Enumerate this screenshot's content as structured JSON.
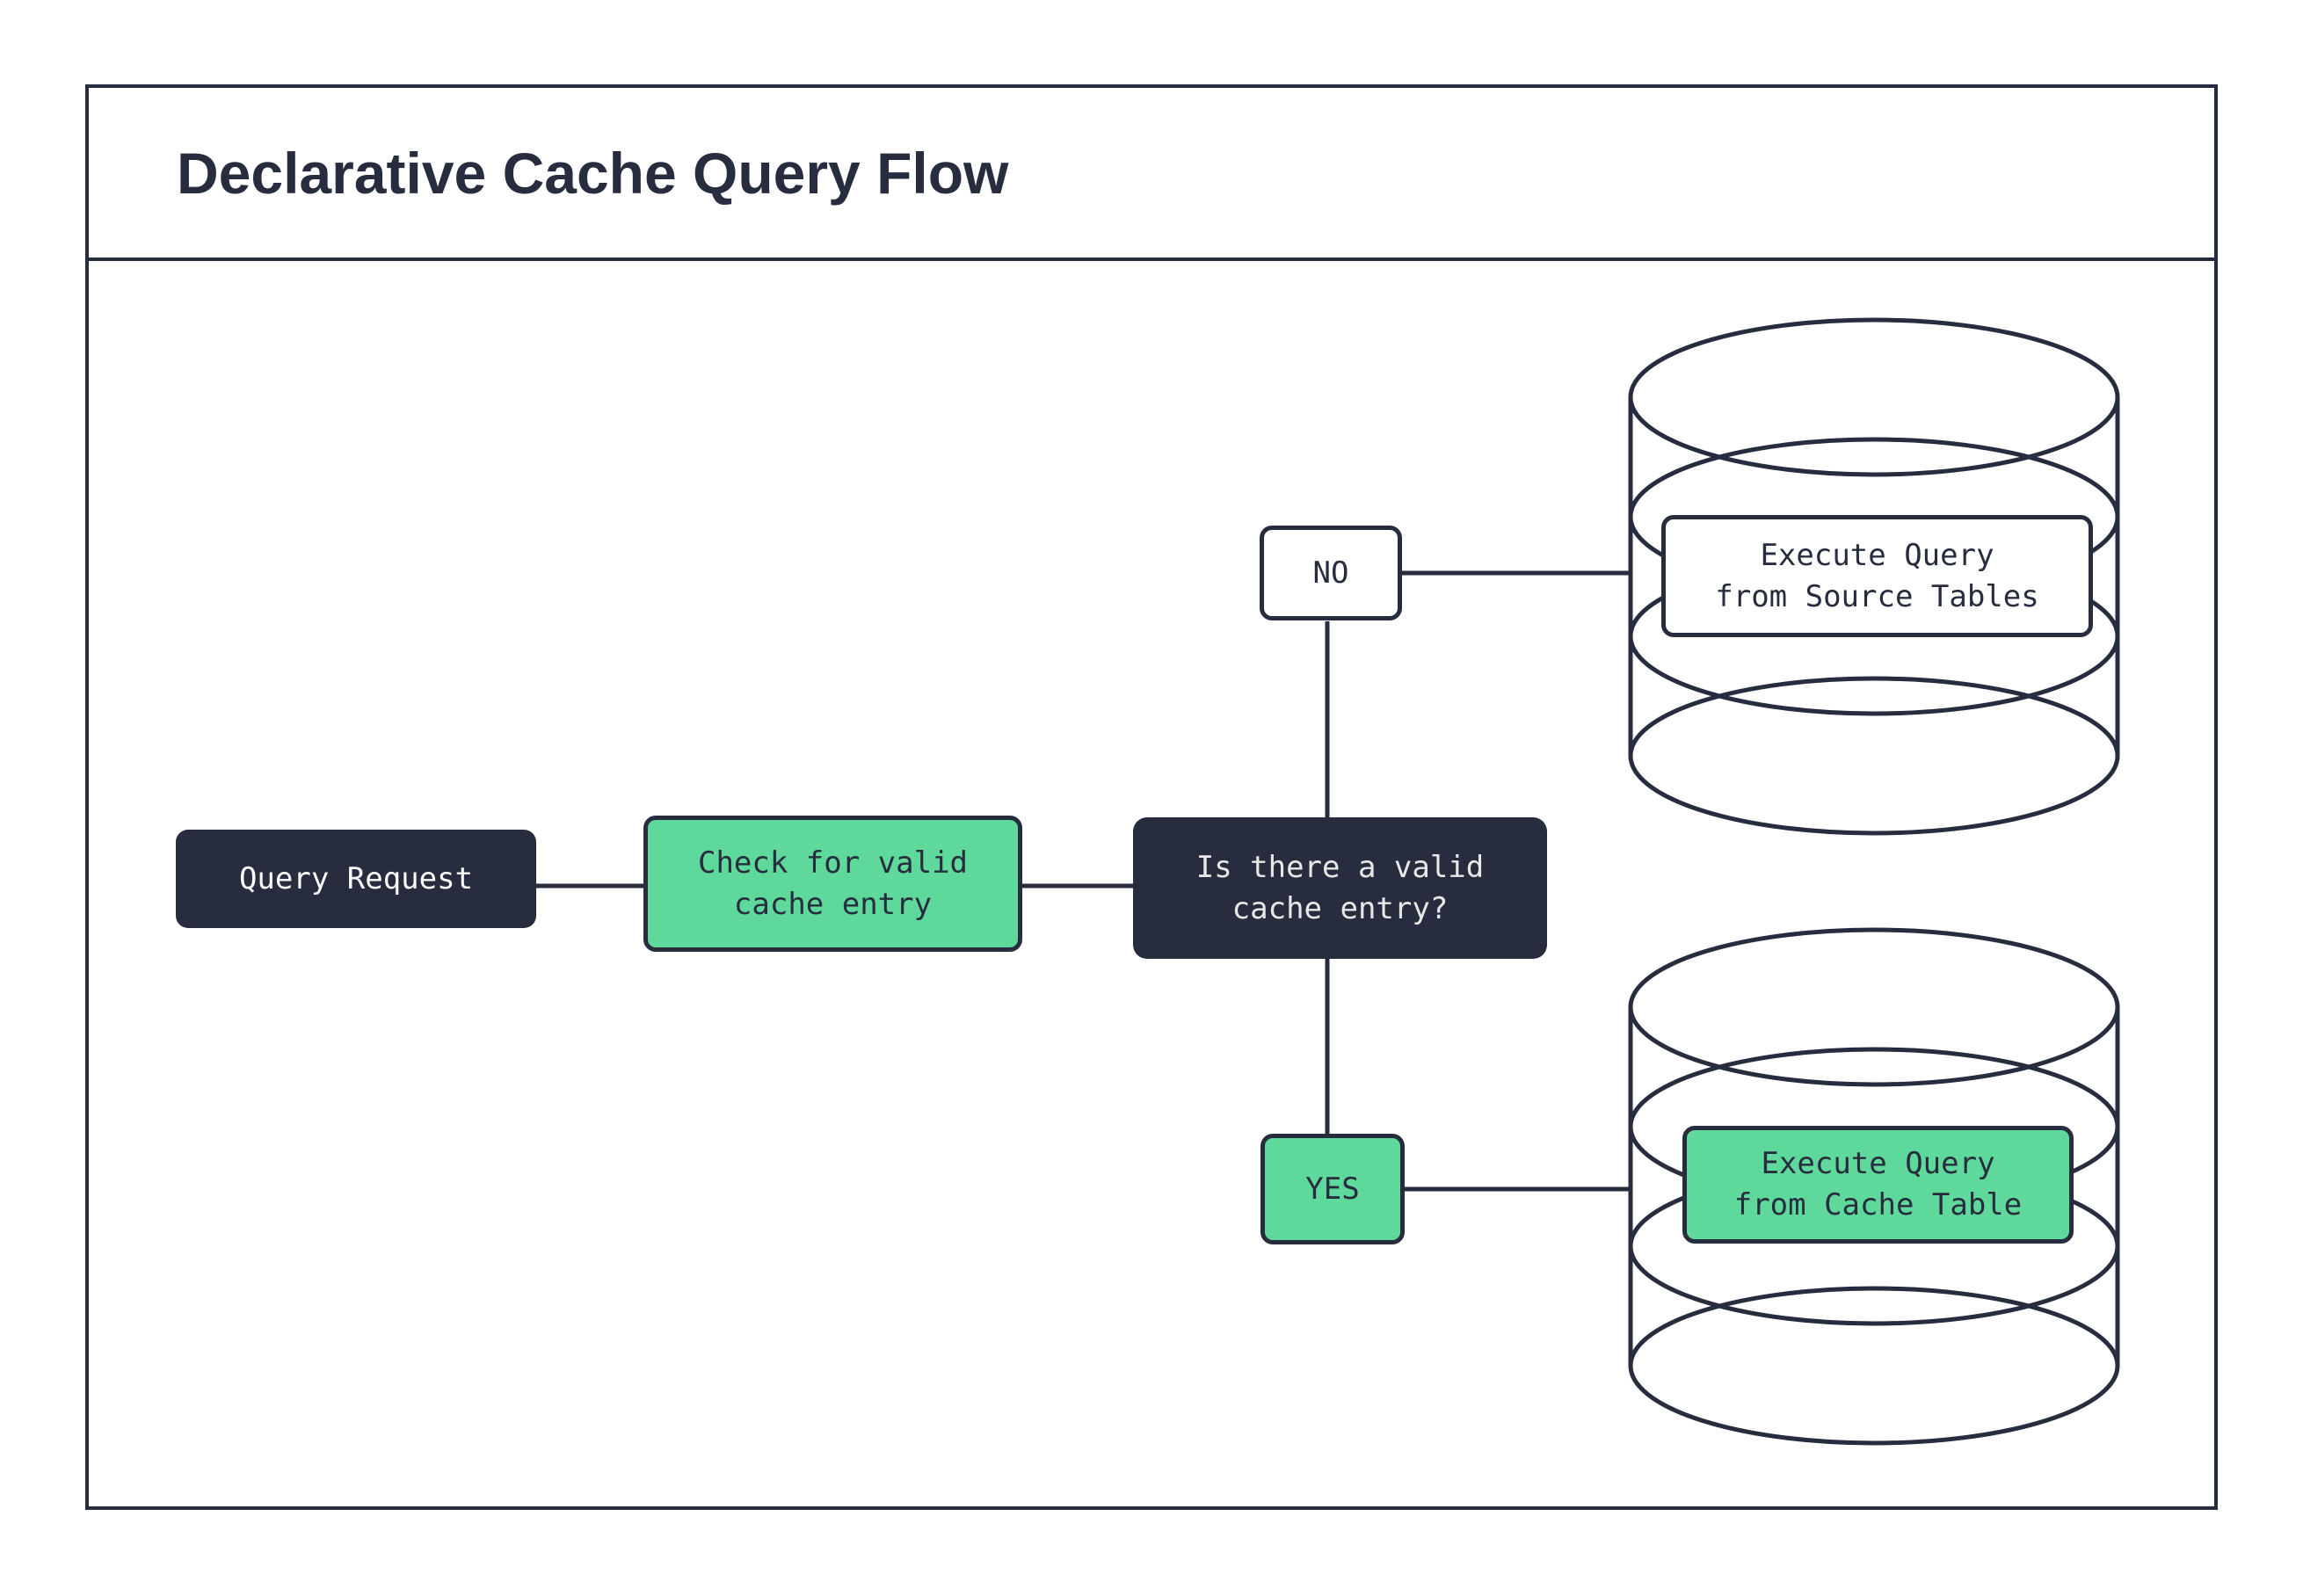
{
  "title": "Declarative Cache Query Flow",
  "colors": {
    "ink": "#272d3e",
    "green": "#5ed89b",
    "paper": "#ffffff",
    "light-text": "#e8e8e8",
    "node-text-light": "#fafafa"
  },
  "nodes": {
    "query_request": {
      "label": "Query Request"
    },
    "check_cache": {
      "lines": [
        "Check for valid",
        "cache entry"
      ]
    },
    "decision": {
      "lines": [
        "Is there a valid",
        "cache entry?"
      ]
    },
    "no_branch": {
      "label": "NO"
    },
    "yes_branch": {
      "label": "YES"
    },
    "source_db": {
      "lines": [
        "Execute Query",
        "from Source Tables"
      ]
    },
    "cache_db": {
      "lines": [
        "Execute Query",
        "from Cache Table"
      ]
    }
  }
}
